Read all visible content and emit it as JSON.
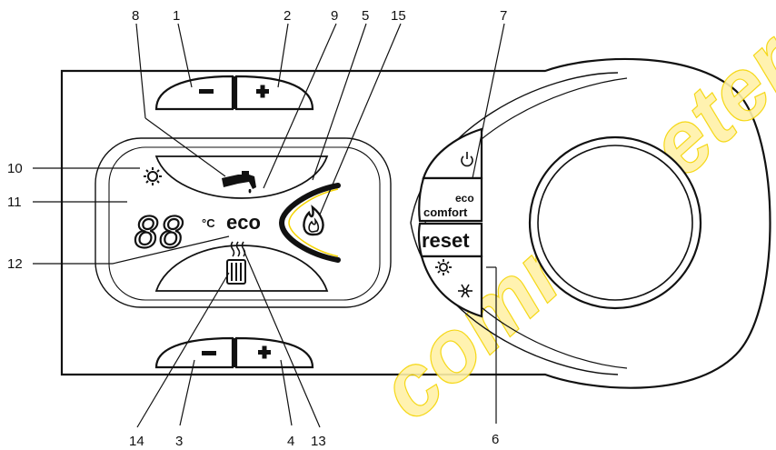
{
  "callouts": {
    "c1": "1",
    "c2": "2",
    "c3": "3",
    "c4": "4",
    "c5": "5",
    "c6": "6",
    "c7": "7",
    "c8": "8",
    "c9": "9",
    "c10": "10",
    "c11": "11",
    "c12": "12",
    "c13": "13",
    "c14": "14",
    "c15": "15"
  },
  "display": {
    "digits": "88",
    "unit": "°C",
    "eco": "eco"
  },
  "buttons": {
    "minus": "−",
    "plus": "+",
    "eco_line1": "eco",
    "eco_line2": "comfort",
    "reset": "reset"
  },
  "icons": {
    "sun": "sun-icon",
    "tap": "tap-icon",
    "radiator": "radiator-icon",
    "flame": "flame-icon",
    "power": "power-icon",
    "snowflake": "snowflake-icon"
  },
  "watermark": "commoneter",
  "colors": {
    "outline": "#111111",
    "accent_yellow": "#f5d400",
    "watermark": "#fff1a8"
  }
}
